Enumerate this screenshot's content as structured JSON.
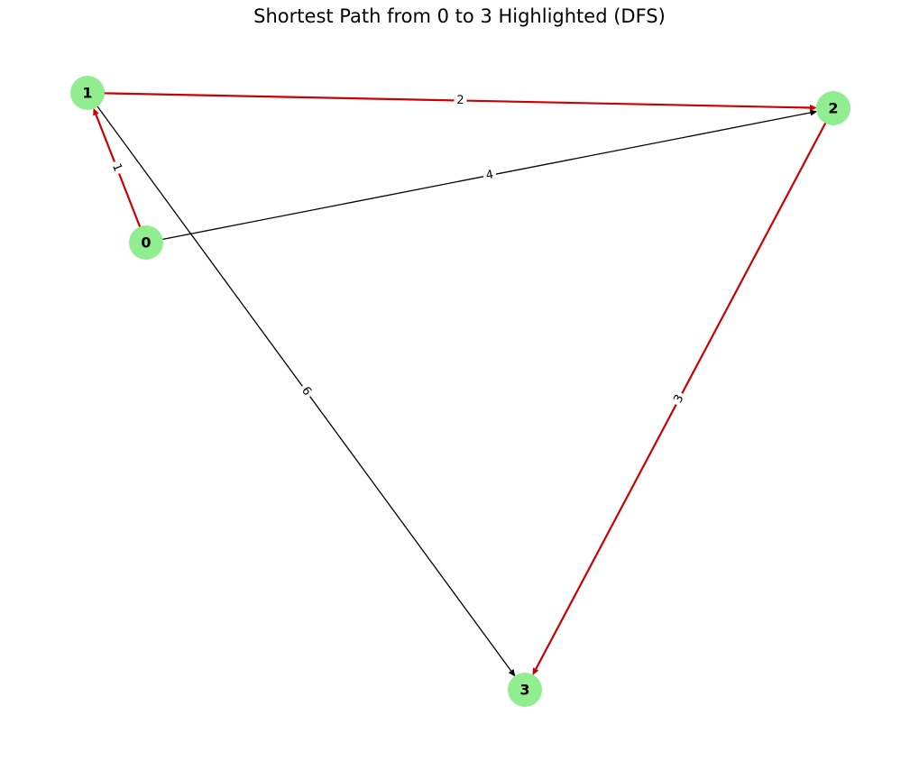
{
  "title": "Shortest Path from 0 to 3 Highlighted (DFS)",
  "colors": {
    "node_fill": "#90ee90",
    "path_edge": "#cc0000",
    "normal_edge": "#000000",
    "label_background": "#ffffff"
  },
  "graph": {
    "directed": true,
    "nodes": [
      {
        "id": "0",
        "label": "0"
      },
      {
        "id": "1",
        "label": "1"
      },
      {
        "id": "2",
        "label": "2"
      },
      {
        "id": "3",
        "label": "3"
      }
    ],
    "edges": [
      {
        "source": "0",
        "target": "1",
        "weight": "1",
        "highlighted": true
      },
      {
        "source": "0",
        "target": "2",
        "weight": "4",
        "highlighted": false
      },
      {
        "source": "1",
        "target": "2",
        "weight": "2",
        "highlighted": true
      },
      {
        "source": "1",
        "target": "3",
        "weight": "6",
        "highlighted": false
      },
      {
        "source": "2",
        "target": "3",
        "weight": "3",
        "highlighted": true
      }
    ],
    "highlighted_path": [
      "0",
      "1",
      "2",
      "3"
    ]
  }
}
